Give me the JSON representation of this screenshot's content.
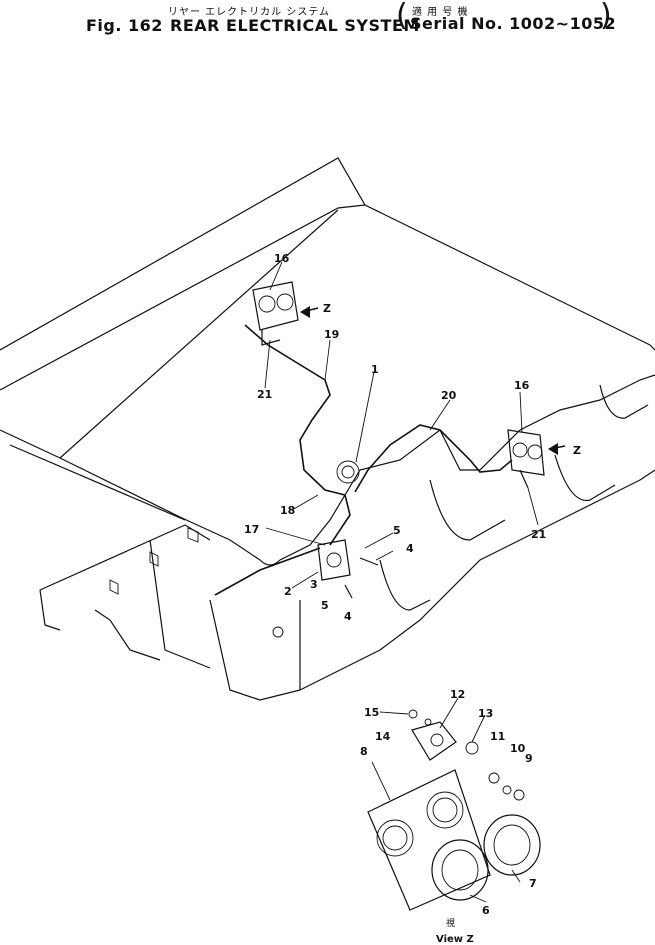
{
  "header": {
    "jp_title": "リヤー エレクトリカル システム",
    "jp_serial": "適 用 号 機",
    "fig_no": "Fig. 162",
    "title": "REAR ELECTRICAL SYSTEM",
    "serial": "Serial No. 1002~1052"
  },
  "view": {
    "jp": "視",
    "label": "View Z"
  },
  "callouts": [
    "1",
    "2",
    "3",
    "4",
    "4",
    "5",
    "5",
    "6",
    "7",
    "8",
    "9",
    "10",
    "11",
    "12",
    "13",
    "14",
    "15",
    "16",
    "16",
    "17",
    "18",
    "19",
    "20",
    "21",
    "21",
    "Z",
    "Z"
  ]
}
